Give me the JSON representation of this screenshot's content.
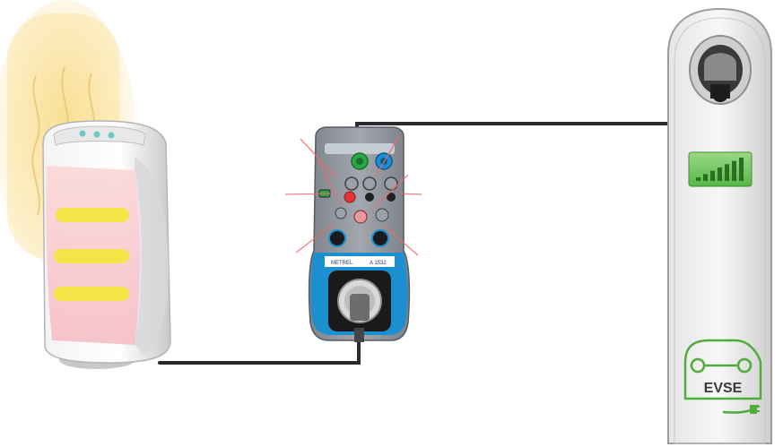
{
  "diagram": {
    "components": {
      "heater": {
        "name": "heater",
        "glow_color": "#f6c94a",
        "element_color": "#f3e640"
      },
      "adapter": {
        "name": "EVSE test adapter",
        "brand_label": "METREL",
        "model_label": "A 1532",
        "accent_colors": {
          "body": "#8e949a",
          "panel": "#1c8fd0",
          "green_port": "#2aa847",
          "blue_port": "#1a8fd6",
          "red_port": "#e2343a"
        }
      },
      "evse": {
        "name": "charging station",
        "label": "EVSE",
        "icon_color": "#4dac3a",
        "meter_color": "#57b848",
        "signal_bars": 7
      }
    },
    "cables": [
      {
        "from": "heater",
        "to": "adapter"
      },
      {
        "from": "adapter",
        "to": "evse"
      }
    ]
  }
}
